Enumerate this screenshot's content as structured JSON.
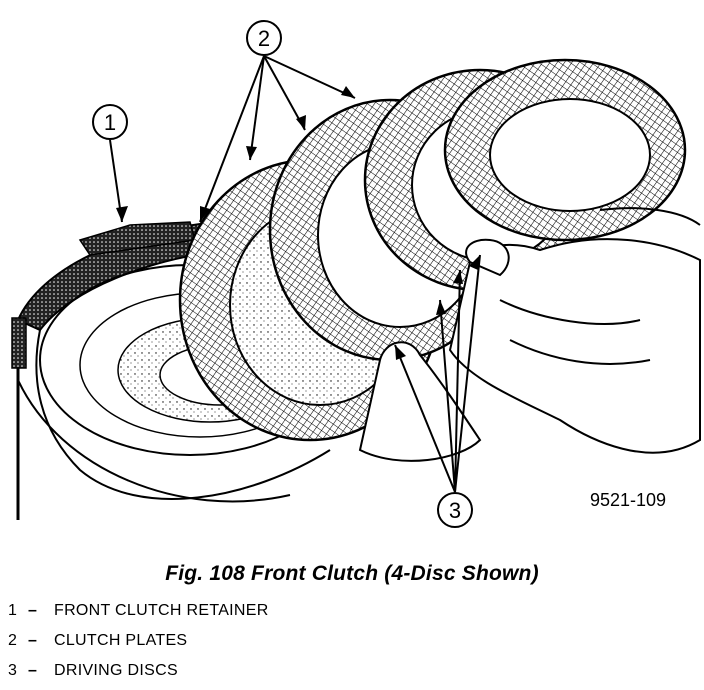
{
  "figure": {
    "code": "9521-109",
    "callouts": [
      {
        "number": "1"
      },
      {
        "number": "2"
      },
      {
        "number": "3"
      }
    ]
  },
  "caption": "Fig. 108 Front Clutch (4-Disc Shown)",
  "legend": [
    {
      "number": "1",
      "dash": "–",
      "label": "FRONT CLUTCH RETAINER"
    },
    {
      "number": "2",
      "dash": "–",
      "label": "CLUTCH PLATES"
    },
    {
      "number": "3",
      "dash": "–",
      "label": "DRIVING DISCS"
    }
  ]
}
